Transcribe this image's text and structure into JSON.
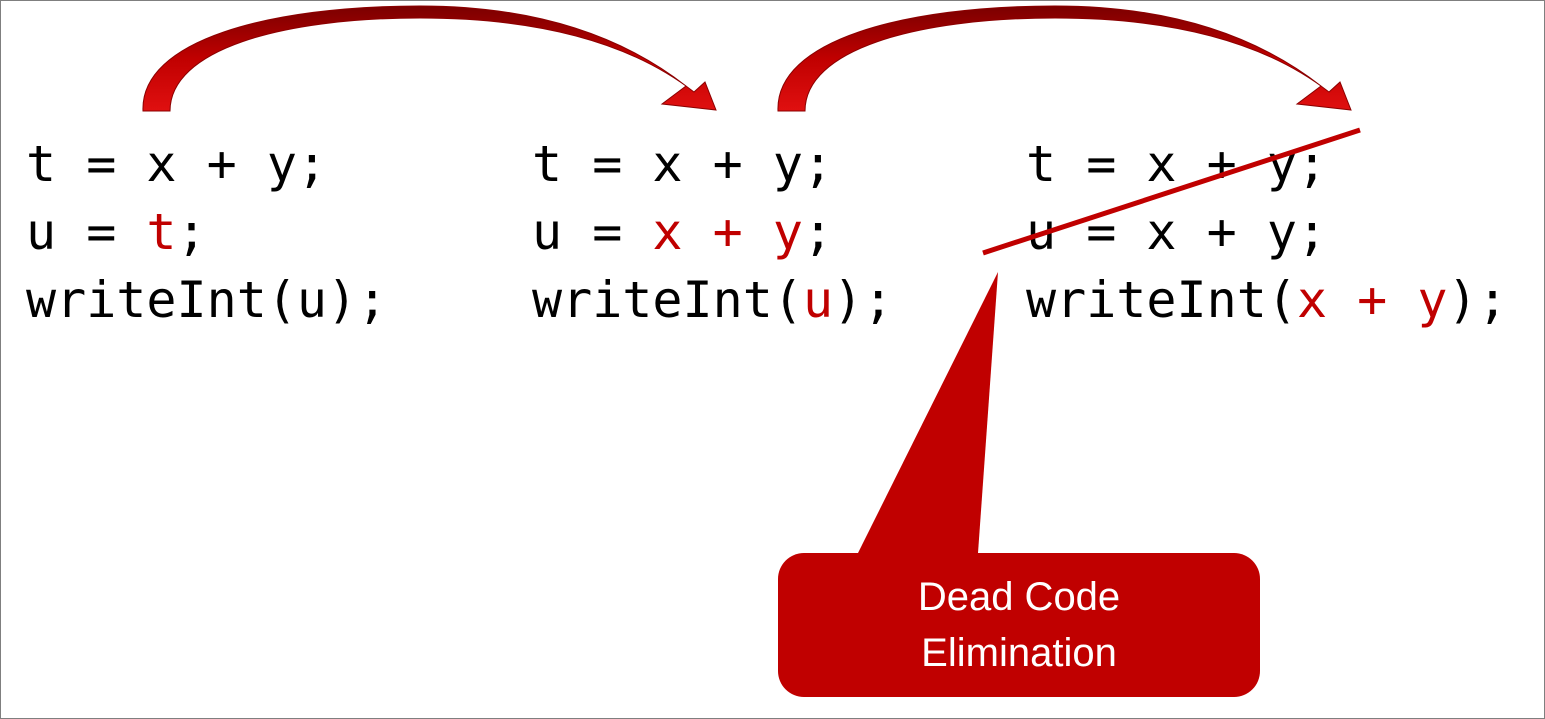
{
  "columns": [
    {
      "lines": [
        {
          "segments": [
            {
              "text": "t = x + y;",
              "highlight": false
            }
          ]
        },
        {
          "segments": [
            {
              "text": "u = ",
              "highlight": false
            },
            {
              "text": "t",
              "highlight": true
            },
            {
              "text": ";",
              "highlight": false
            }
          ]
        },
        {
          "segments": [
            {
              "text": "writeInt(u);",
              "highlight": false
            }
          ]
        }
      ]
    },
    {
      "lines": [
        {
          "segments": [
            {
              "text": "t = x + y;",
              "highlight": false
            }
          ]
        },
        {
          "segments": [
            {
              "text": "u = ",
              "highlight": false
            },
            {
              "text": "x + y",
              "highlight": true
            },
            {
              "text": ";",
              "highlight": false
            }
          ]
        },
        {
          "segments": [
            {
              "text": "writeInt(",
              "highlight": false
            },
            {
              "text": "u",
              "highlight": true
            },
            {
              "text": ");",
              "highlight": false
            }
          ]
        }
      ]
    },
    {
      "lines": [
        {
          "segments": [
            {
              "text": "t = x + y;",
              "highlight": false
            }
          ]
        },
        {
          "segments": [
            {
              "text": "u = x + y;",
              "highlight": false
            }
          ]
        },
        {
          "segments": [
            {
              "text": "writeInt(",
              "highlight": false
            },
            {
              "text": "x + y",
              "highlight": true
            },
            {
              "text": ");",
              "highlight": false
            }
          ]
        }
      ]
    }
  ],
  "callout": {
    "line1": "Dead Code",
    "line2": "Elimination"
  },
  "colors": {
    "accent": "#c00000",
    "text": "#000000",
    "callout_text": "#ffffff",
    "border": "#7f7f7f"
  }
}
